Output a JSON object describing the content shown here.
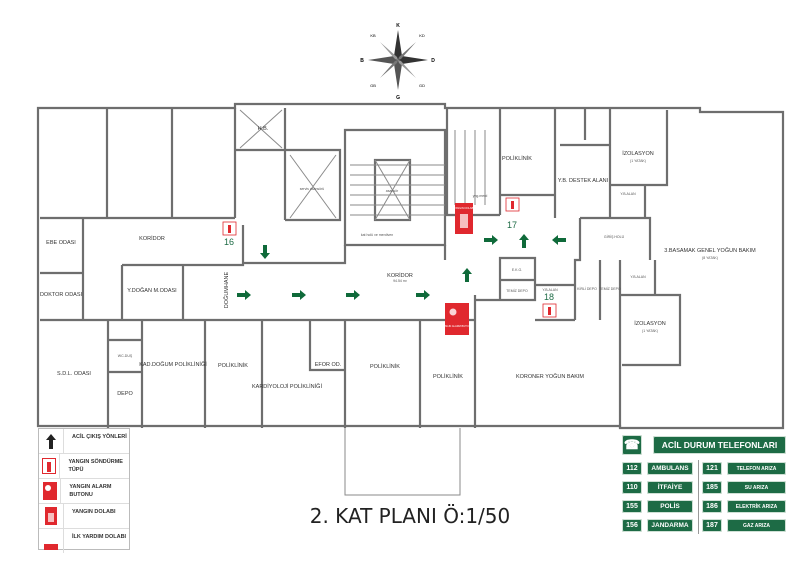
{
  "compass": {
    "n": "K",
    "s": "G",
    "e": "D",
    "w": "B",
    "ne": "KD",
    "nw": "KB",
    "se": "GD",
    "sw": "GB"
  },
  "rooms": {
    "koridor_left": "KORİDOR",
    "ebe": "EBE ODASI",
    "doktor": "DOKTOR ODASI",
    "ydogan": "Y.DOĞAN M.ODASI",
    "dogumhane": "DOĞUMHANE",
    "sdl": "S.D.L. ODASI",
    "depo": "DEPO",
    "kad_dogum": "KAD.DOĞUM POLİKLİNİĞİ",
    "poliklinik": "POLİKLİNİK",
    "kardiyoloji": "KARDİYOLOJİ POLİKLİNİĞİ",
    "efor": "EFOR OD.",
    "hb": "H.B.",
    "servis_asans": "servis asansörü",
    "asansor": "asansör",
    "kat_holu": "kat holü ve merdiven",
    "yng_merd": "yng.merd",
    "koridor_main": "KORİDOR",
    "koridor_area": "94.54 m²",
    "ekg": "E.K.G.",
    "temiz_depo": "TEMİZ DEPO",
    "yb_alan": "Y.B.ALAN",
    "kirli_depo": "KİRLİ DEPO",
    "giris_holu": "GİRİŞ HOLÜ",
    "yb_destek": "Y.B. DESTEK ALANI",
    "izolasyon": "İZOLASYON",
    "bir_yatak": "(1 YATAK)",
    "basamak": "3.BASAMAK GENEL YOĞUN BAKIM",
    "sekiz_yatak": "(8 YATAK)",
    "koroner": "KORONER YOĞUN BAKIM",
    "wc": "WC-DUŞ"
  },
  "signs": {
    "ext_16": "16",
    "ext_17": "17",
    "ext_18": "18",
    "fire_cabinet": "YANGIN DOLABI",
    "fire_alarm": "YANGIN ALARM BUTONU"
  },
  "title": "2. KAT PLANI Ö:1/50",
  "legend": [
    {
      "label": "ACİL ÇIKIŞ YÖNLERİ"
    },
    {
      "label": "YANGIN SÖNDÜRME TÜPÜ"
    },
    {
      "label": "YANGIN ALARM BUTONU"
    },
    {
      "label": "YANGIN DOLABI"
    },
    {
      "label": "İLK YARDIM DOLABI"
    }
  ],
  "emergency": {
    "title": "ACİL DURUM TELEFONLARI",
    "entries": [
      {
        "number": "112",
        "label": "AMBULANS"
      },
      {
        "number": "110",
        "label": "İTFAİYE"
      },
      {
        "number": "155",
        "label": "POLİS"
      },
      {
        "number": "156",
        "label": "JANDARMA"
      },
      {
        "number": "121",
        "label": "TELEFON ARIZA"
      },
      {
        "number": "185",
        "label": "SU ARIZA"
      },
      {
        "number": "186",
        "label": "ELEKTRİK ARIZA"
      },
      {
        "number": "187",
        "label": "GAZ ARIZA"
      }
    ]
  },
  "colors": {
    "green": "#1d6b45",
    "red": "#e0282e"
  }
}
